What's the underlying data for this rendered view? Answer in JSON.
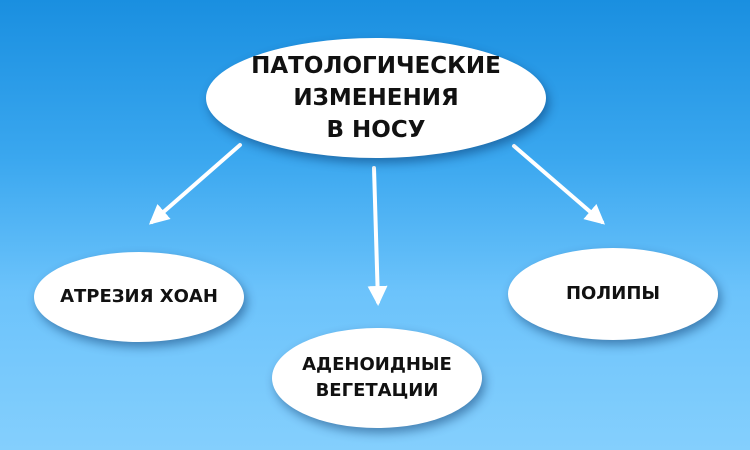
{
  "diagram": {
    "root": {
      "lines": [
        "ПАТОЛОГИЧЕСКИЕ",
        "ИЗМЕНЕНИЯ",
        "В НОСУ"
      ]
    },
    "children": [
      {
        "lines": [
          "АТРЕЗИЯ ХОАН"
        ]
      },
      {
        "lines": [
          "АДЕНОИДНЫЕ",
          "ВЕГЕТАЦИИ"
        ]
      },
      {
        "lines": [
          "ПОЛИПЫ"
        ]
      }
    ]
  },
  "colors": {
    "background_top": "#1a8fe0",
    "background_bottom": "#84cffd",
    "node_fill": "#ffffff",
    "node_text": "#111111",
    "arrow": "#ffffff"
  },
  "icons": {
    "connector": "arrow-down-icon"
  }
}
